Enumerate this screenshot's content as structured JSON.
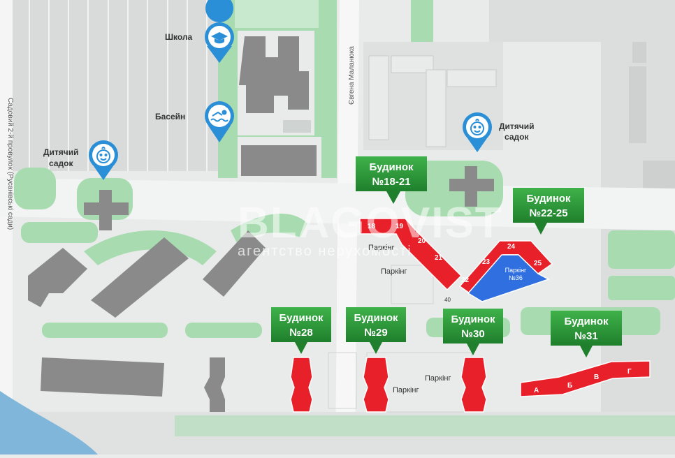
{
  "pois": [
    {
      "id": "school",
      "label_lines": [
        "Школа"
      ],
      "icon": "graduation-cap-icon"
    },
    {
      "id": "pool",
      "label_lines": [
        "Басейн"
      ],
      "icon": "swimmer-icon"
    },
    {
      "id": "kindergarten_west",
      "label_lines": [
        "Дитячий",
        "садок"
      ],
      "icon": "baby-face-icon"
    },
    {
      "id": "kindergarten_east",
      "label_lines": [
        "Дитячий",
        "садок"
      ],
      "icon": "baby-face-icon"
    }
  ],
  "streets": {
    "evhena_malanyuka": "Євгена Маланюка",
    "sadovyi": "Садовий 2-й провулок (Русанівські сади)"
  },
  "callouts": [
    {
      "id": "b18_21",
      "line1": "Будинок",
      "line2": "№18-21"
    },
    {
      "id": "b22_25",
      "line1": "Будинок",
      "line2": "№22-25"
    },
    {
      "id": "b28",
      "line1": "Будинок",
      "line2": "№28"
    },
    {
      "id": "b29",
      "line1": "Будинок",
      "line2": "№29"
    },
    {
      "id": "b30",
      "line1": "Будинок",
      "line2": "№30"
    },
    {
      "id": "b31",
      "line1": "Будинок",
      "line2": "№31"
    }
  ],
  "building_numbers": {
    "n18": "18",
    "n19": "19",
    "n20": "20",
    "n21": "21",
    "n22": "22",
    "n23": "23",
    "n24": "24",
    "n25": "25",
    "a": "А",
    "b": "Б",
    "v": "В",
    "g": "Г",
    "n40": "40"
  },
  "parking": {
    "p1": "Паркінг",
    "p2": "Паркінг",
    "p3": "Паркінг",
    "p4": "Паркінг",
    "p36_line1": "Паркінг",
    "p36_line2": "№36"
  },
  "watermark": {
    "main": "BLAGOVIST",
    "sub": "агентство нерухомості"
  },
  "colors": {
    "highlight_building": "#e8202a",
    "parking_36": "#2f6fe0",
    "callout_green": "#2f9e3a",
    "poi_blue": "#2a8fd6",
    "greenery": "#a8dcb0",
    "existing_building": "#8a8a8a",
    "road": "#f7f7f7"
  }
}
